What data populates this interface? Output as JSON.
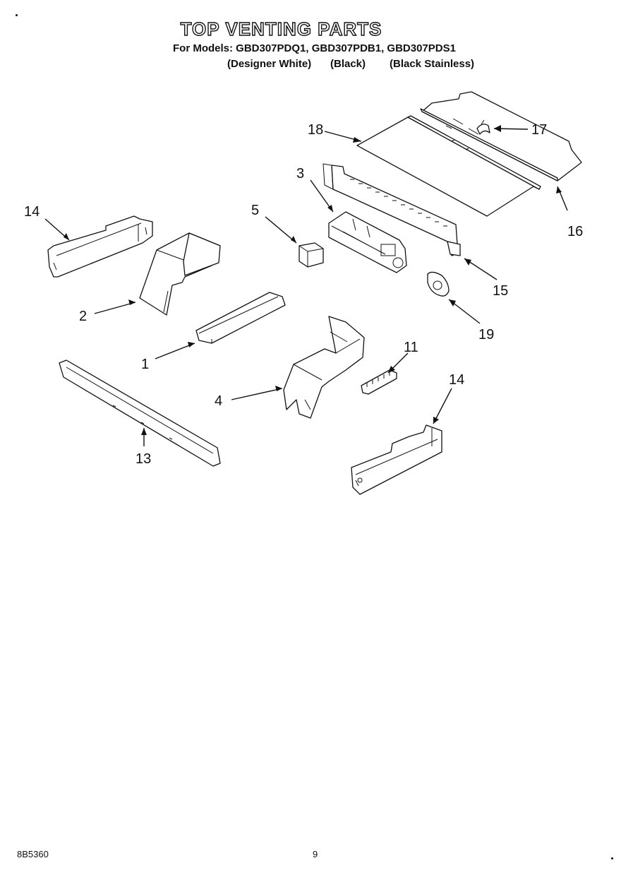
{
  "header": {
    "title": "TOP VENTING PARTS",
    "models": "For Models: GBD307PDQ1, GBD307PDB1, GBD307PDS1",
    "variants": [
      "(Designer White)",
      "(Black)",
      "(Black Stainless)"
    ]
  },
  "callouts": [
    {
      "id": "1",
      "label": "1"
    },
    {
      "id": "2",
      "label": "2"
    },
    {
      "id": "3",
      "label": "3"
    },
    {
      "id": "4",
      "label": "4"
    },
    {
      "id": "5",
      "label": "5"
    },
    {
      "id": "11",
      "label": "11"
    },
    {
      "id": "13",
      "label": "13"
    },
    {
      "id": "14a",
      "label": "14"
    },
    {
      "id": "14b",
      "label": "14"
    },
    {
      "id": "15",
      "label": "15"
    },
    {
      "id": "16",
      "label": "16"
    },
    {
      "id": "17",
      "label": "17"
    },
    {
      "id": "18",
      "label": "18"
    },
    {
      "id": "19",
      "label": "19"
    }
  ],
  "footer": {
    "figure_code": "8B5360",
    "page_number": "9"
  }
}
